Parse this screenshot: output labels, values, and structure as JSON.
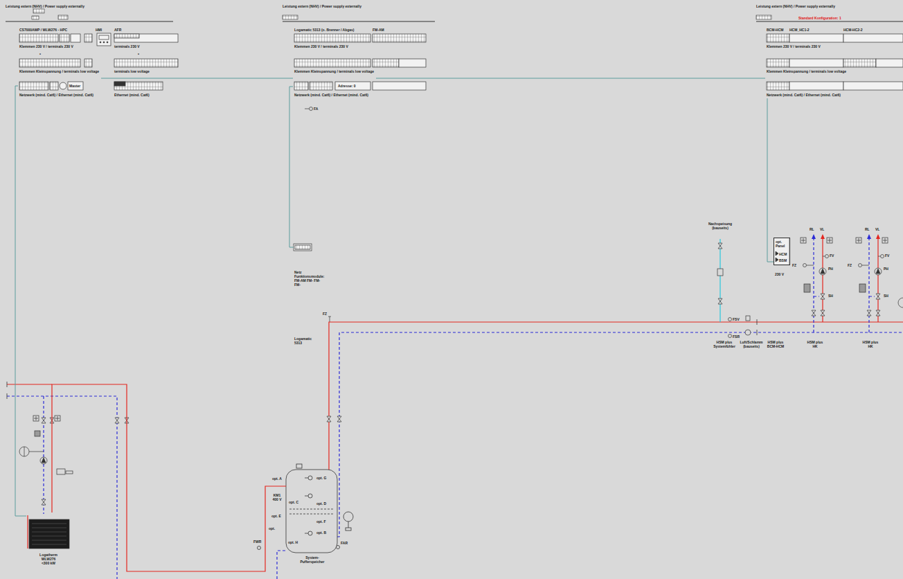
{
  "diagram": {
    "nodes": [
      {
        "text": [
          "CS7000AWP / WLW276 - HPC",
          "Klemmen 230 V / terminals 230 V",
          "Klemmen Kleinspannung / terminals low voltage",
          "Netzwerk (mind. Cat6) / Ethernet (mind. Cat6)"
        ]
      },
      {
        "text": [
          "HMI"
        ]
      },
      {
        "text": [
          "AFR",
          "terminals 230 V",
          "terminals low voltage",
          "Ethernet (mind. Cat6)"
        ]
      },
      {
        "text": [
          "Logamatic 5313 (o. Brenner / Abgas)",
          "Klemmen 230 V / terminals 230 V",
          "Klemmen Kleinspannung / terminals low voltage",
          "Netzwerk (mind. Cat6) / Ethernet (mind. Cat6)"
        ]
      },
      {
        "text": [
          "FM-AM"
        ]
      },
      {
        "text": [
          "BCM-HCM",
          "Klemmen 230 V / terminals 230 V",
          "Klemmen Kleinspannung / terminals low voltage",
          "Netzwerk (mind. Cat6) / Ethernet (mind. Cat6)"
        ]
      },
      {
        "text": [
          "HCM_HC1-2"
        ]
      },
      {
        "text": [
          "HCM-HC2-2"
        ]
      },
      {
        "text": [
          "Netz Funktionsmodule: FM-AM FM- FM- FM-"
        ]
      },
      {
        "text": [
          "opt. Panel",
          "HCM",
          "BSM"
        ]
      },
      {
        "text": [
          "Logatherm WLW276 <300 kW"
        ]
      },
      {
        "text": [
          "System-Pufferspeicher"
        ]
      }
    ],
    "edges": [
      {
        "from": 0,
        "to": 3,
        "arrow": "none"
      },
      {
        "from": 3,
        "to": 5,
        "arrow": "none"
      },
      {
        "from": 3,
        "to": 8,
        "arrow": "none"
      },
      {
        "from": 5,
        "to": 9,
        "arrow": "none"
      },
      {
        "from": 0,
        "to": 10,
        "arrow": "none"
      },
      {
        "from": 10,
        "to": 11,
        "arrow": "none"
      }
    ],
    "labels": [
      "Leistung extern (NHV) / Power supply externally",
      "Leistung extern (NHV) / Power supply externally",
      "Leistung extern (NHV) / Power supply externally",
      "Standard Konfiguration: 1",
      "Master",
      "Adresse: 0",
      "FA",
      "Logamatic 5313",
      "FZ",
      "Nachspeisung (bauseits)",
      "230 V",
      "FSV",
      "FSR",
      "HSM plus Systemfühler",
      "Luft/Schlamm (bauseits)",
      "HSM plus BCM-HCM",
      "HSM plus HK",
      "HSM plus HK",
      "RL",
      "VL",
      "RL",
      "VL",
      "FV",
      "FV",
      "FZ",
      "FZ",
      "PH",
      "PH",
      "SH",
      "SH",
      "KM1 400 V",
      "opt. A",
      "opt. C",
      "opt. E",
      "opt. G",
      "opt. D",
      "opt. F",
      "opt. B",
      "FWR",
      "opt. H",
      "FAR",
      "opt.",
      "*",
      "*"
    ]
  }
}
